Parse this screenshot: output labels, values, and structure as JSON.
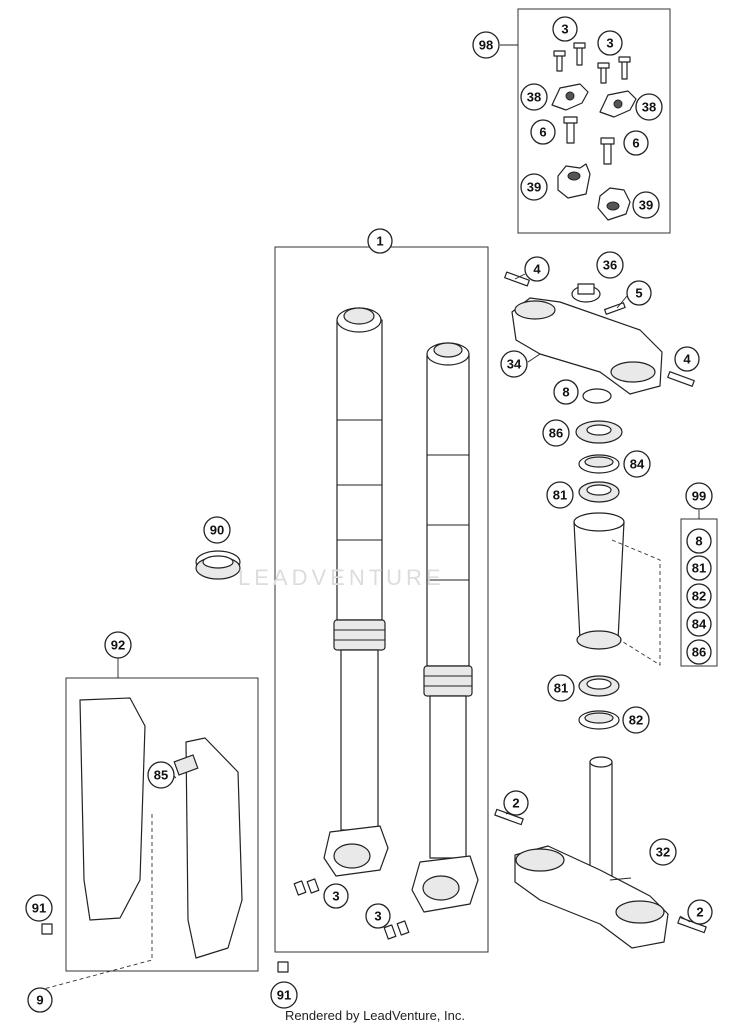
{
  "watermark": "LEADVENTURE",
  "footer": "Rendered by LeadVenture, Inc.",
  "callouts": {
    "c1": "1",
    "c2a": "2",
    "c2b": "2",
    "c3a": "3",
    "c3b": "3",
    "c3c": "3",
    "c3d": "3",
    "c4a": "4",
    "c4b": "4",
    "c5": "5",
    "c6a": "6",
    "c6b": "6",
    "c8a": "8",
    "c8b": "8",
    "c9": "9",
    "c32": "32",
    "c34": "34",
    "c36": "36",
    "c38a": "38",
    "c38b": "38",
    "c39a": "39",
    "c39b": "39",
    "c81a": "81",
    "c81b": "81",
    "c81c": "81",
    "c82a": "82",
    "c82b": "82",
    "c84a": "84",
    "c84b": "84",
    "c85": "85",
    "c86a": "86",
    "c86b": "86",
    "c90": "90",
    "c91a": "91",
    "c91b": "91",
    "c92": "92",
    "c98": "98",
    "c99": "99"
  }
}
